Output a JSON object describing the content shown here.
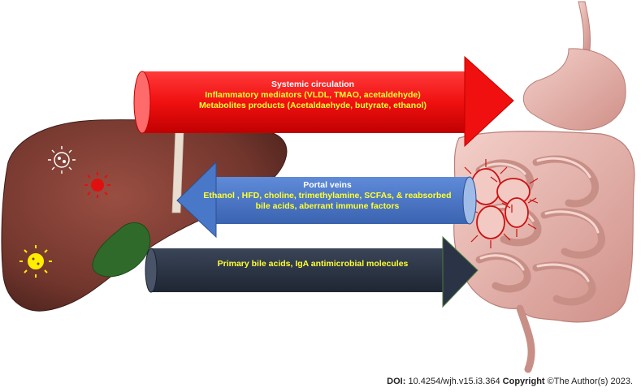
{
  "systemic": {
    "title": "Systemic circulation",
    "line1": "Inflammatory mediators (VLDL, TMAO, acetaldehyde)",
    "line2": "Metabolites products (Acetaldaehyde, butyrate, ethanol)"
  },
  "portal": {
    "title": "Portal veins",
    "line1_bold_start": "Ethanol",
    "line1_rest": " , HFD, choline, trimethylamine, SCFAs, &  reabsorbed",
    "line2": "bile acids, aberrant immune factors"
  },
  "primary": {
    "text": "Primary bile acids, IgA antimicrobial molecules"
  },
  "footer": {
    "doi_label": "DOI:",
    "doi_value": " 10.4254/wjh.v15.i3.364 ",
    "copyright_label": "Copyright",
    "copyright_value": " ©The Author(s) 2023."
  },
  "colors": {
    "systemic_arrow": "#ff1a1a",
    "portal_arrow": "#4a78c8",
    "primary_arrow": "#2b3446",
    "liver": "#7a3a30",
    "intestine": "#e8b7b0",
    "gallbladder": "#2f6a2a",
    "microbe_red": "#cc1111"
  }
}
